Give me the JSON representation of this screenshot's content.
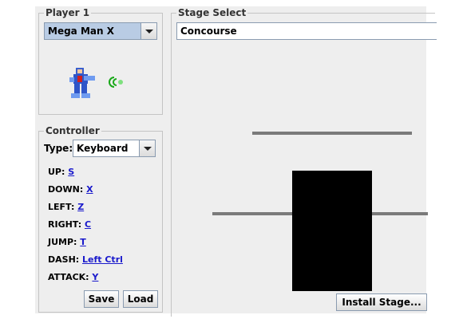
{
  "player": {
    "group_title": "Player 1",
    "character": "Mega Man X",
    "sprite_icon": "mega-man-x-sprite"
  },
  "controller": {
    "group_title": "Controller",
    "type_label": "Type:",
    "type_value": "Keyboard",
    "bindings": [
      {
        "action": "UP:",
        "key": "S"
      },
      {
        "action": "DOWN:",
        "key": "X"
      },
      {
        "action": "LEFT:",
        "key": "Z"
      },
      {
        "action": "RIGHT:",
        "key": "C"
      },
      {
        "action": "JUMP:",
        "key": "T"
      },
      {
        "action": "DASH:",
        "key": "Left Ctrl"
      },
      {
        "action": "ATTACK:",
        "key": "Y"
      }
    ],
    "save_label": "Save",
    "load_label": "Load"
  },
  "stage": {
    "group_title": "Stage Select",
    "selected": "Concourse",
    "install_label": "Install Stage..."
  },
  "colors": {
    "platform": "#7a7a7a",
    "block": "#000000",
    "link": "#1a1acc"
  }
}
